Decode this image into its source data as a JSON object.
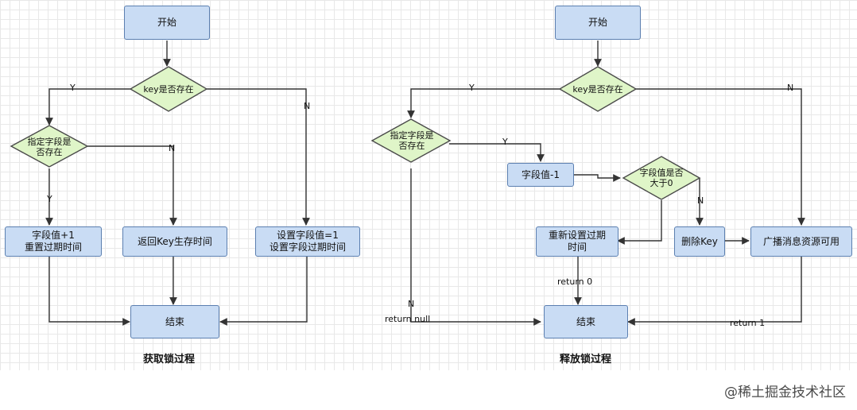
{
  "colors": {
    "box_fill": "#c9dcf4",
    "box_stroke": "#5b7fb0",
    "diamond_fill": "#dff5c8",
    "diamond_stroke": "#4a4a4a",
    "line": "#333333"
  },
  "left_flow": {
    "start": "开始",
    "decision_key": "key是否存在",
    "decision_field": "指定字段是\n否存在",
    "box_field_plus1": "字段值+1\n重置过期时间",
    "box_return_ttl": "返回Key生存时间",
    "box_set_field": "设置字段值=1\n设置字段过期时间",
    "end": "结束",
    "caption": "获取锁过程"
  },
  "right_flow": {
    "start": "开始",
    "decision_key": "key是否存在",
    "decision_field": "指定字段是\n否存在",
    "box_field_minus1": "字段值-1",
    "decision_gt0": "字段值是否\n大于0",
    "box_reset_expire": "重新设置过期\n时间",
    "box_delete_key": "删除Key",
    "box_broadcast": "广播消息资源可用",
    "end": "结束",
    "caption": "释放锁过程"
  },
  "edge_labels": {
    "y": "Y",
    "n": "N",
    "return_0": "return 0",
    "return_null": "return null",
    "return_1": "return 1"
  },
  "footer": "@稀土掘金技术社区"
}
